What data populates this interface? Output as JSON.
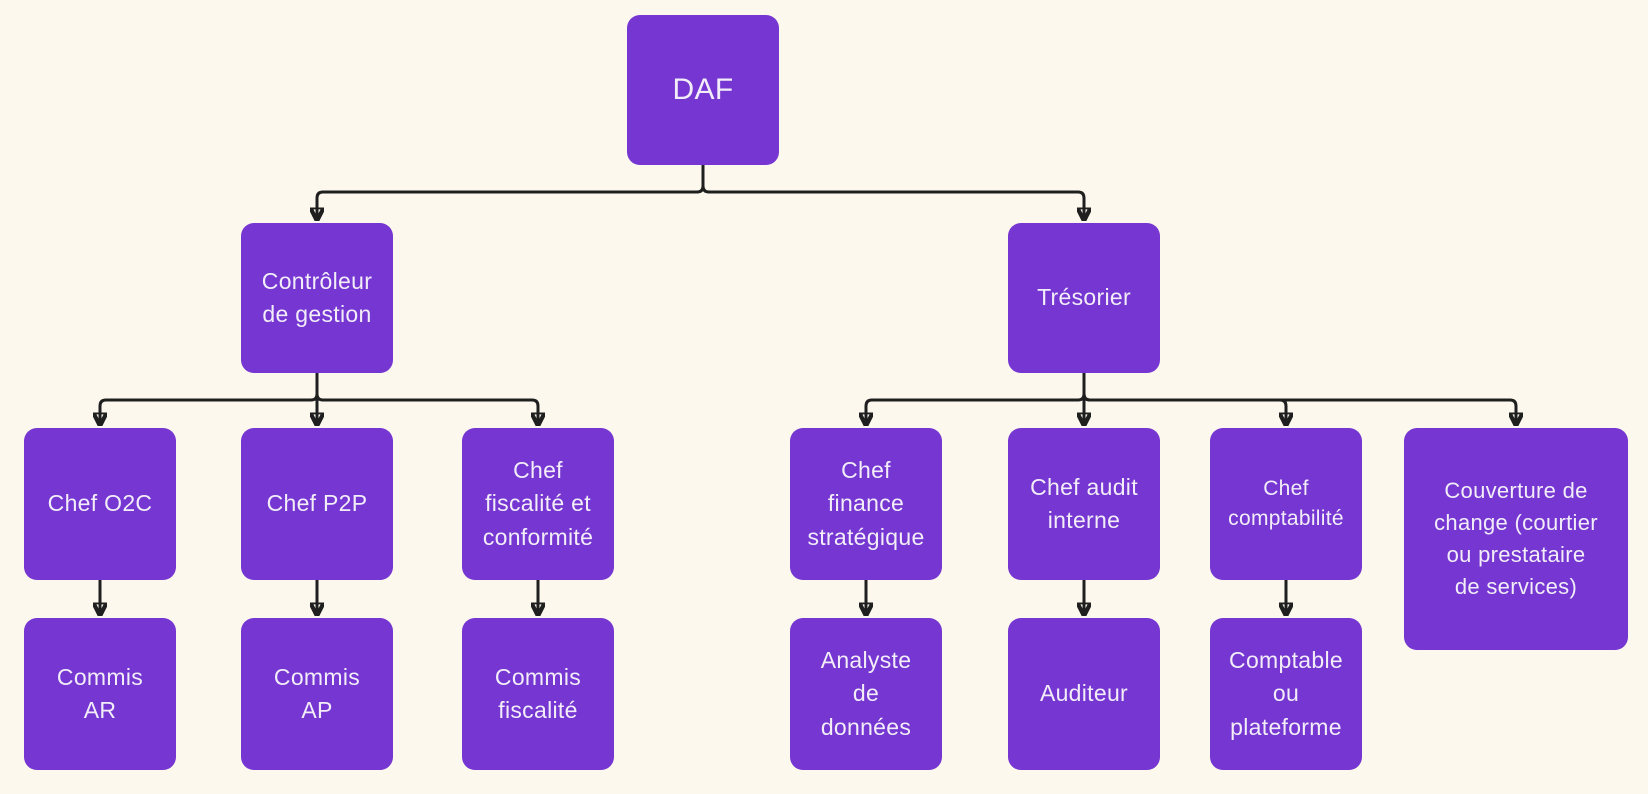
{
  "canvas": {
    "background": "#FDF8EE",
    "node_fill": "#7536D1",
    "node_text_color": "#F2EDF8",
    "line_color": "#1F1F1F"
  },
  "nodes": {
    "daf": {
      "label": "DAF"
    },
    "controleur": {
      "label": "Contrôleur\nde gestion"
    },
    "tresorier": {
      "label": "Trésorier"
    },
    "chef_o2c": {
      "label": "Chef O2C"
    },
    "chef_p2p": {
      "label": "Chef P2P"
    },
    "chef_fisc": {
      "label": "Chef\nfiscalité et\nconformité"
    },
    "chef_fin": {
      "label": "Chef\nfinance\nstratégique"
    },
    "chef_audit": {
      "label": "Chef audit\ninterne"
    },
    "chef_compta": {
      "label": "Chef\ncomptabilité"
    },
    "couverture": {
      "label": "Couverture de\nchange (courtier\nou prestataire\nde services)"
    },
    "commis_ar": {
      "label": "Commis\nAR"
    },
    "commis_ap": {
      "label": "Commis\nAP"
    },
    "commis_fisc": {
      "label": "Commis\nfiscalité"
    },
    "analyste": {
      "label": "Analyste\nde\ndonnées"
    },
    "auditeur": {
      "label": "Auditeur"
    },
    "comptable": {
      "label": "Comptable\nou\nplateforme"
    }
  },
  "edges": [
    {
      "from": "daf",
      "to": "controleur"
    },
    {
      "from": "daf",
      "to": "tresorier"
    },
    {
      "from": "controleur",
      "to": "chef_o2c"
    },
    {
      "from": "controleur",
      "to": "chef_p2p"
    },
    {
      "from": "controleur",
      "to": "chef_fisc"
    },
    {
      "from": "tresorier",
      "to": "chef_fin"
    },
    {
      "from": "tresorier",
      "to": "chef_audit"
    },
    {
      "from": "tresorier",
      "to": "chef_compta"
    },
    {
      "from": "tresorier",
      "to": "couverture"
    },
    {
      "from": "chef_o2c",
      "to": "commis_ar"
    },
    {
      "from": "chef_p2p",
      "to": "commis_ap"
    },
    {
      "from": "chef_fisc",
      "to": "commis_fisc"
    },
    {
      "from": "chef_fin",
      "to": "analyste"
    },
    {
      "from": "chef_audit",
      "to": "auditeur"
    },
    {
      "from": "chef_compta",
      "to": "comptable"
    }
  ]
}
